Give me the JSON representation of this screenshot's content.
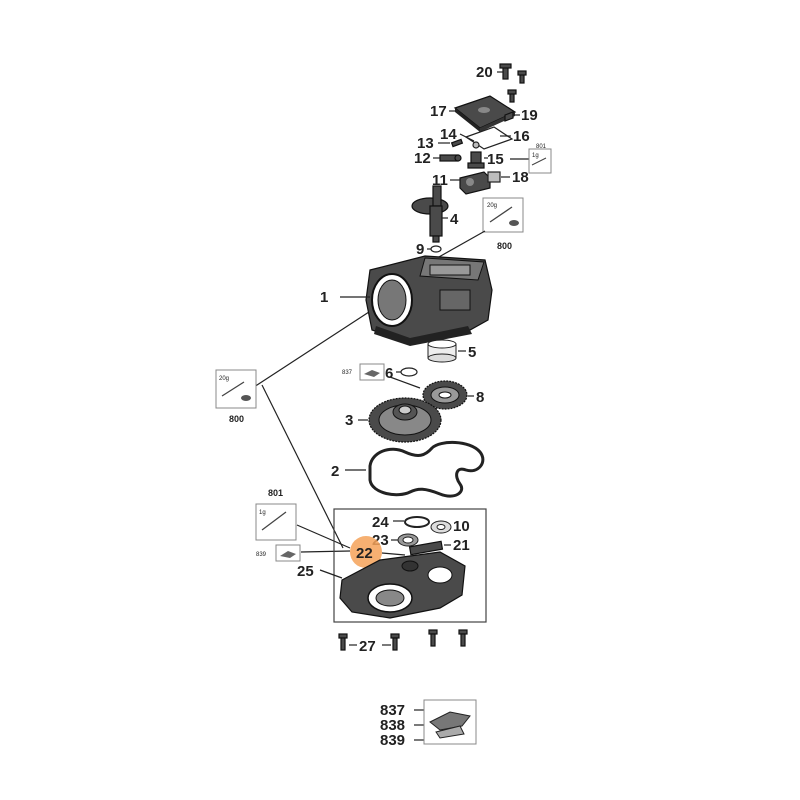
{
  "diagram": {
    "highlight_color": "#f4a259",
    "selected_callout": "22",
    "callouts": {
      "c20": "20",
      "c17": "17",
      "c19": "19",
      "c14": "14",
      "c16": "16",
      "c13": "13",
      "c12": "12",
      "c15": "15",
      "c11": "11",
      "c18": "18",
      "c4": "4",
      "c9": "9",
      "c1": "1",
      "c5": "5",
      "c6": "6",
      "c8": "8",
      "c3": "3",
      "c2": "2",
      "c24": "24",
      "c10": "10",
      "c23": "23",
      "c22": "22",
      "c21": "21",
      "c25": "25",
      "c27": "27"
    },
    "kits": {
      "k800_top": "800",
      "k800_left": "800",
      "k801_left": "801",
      "k801_top": "801",
      "k837_small": "837",
      "k839_small": "839",
      "k837": "837",
      "k838": "838",
      "k839": "839"
    },
    "grease_labels": {
      "g20_top": "20g",
      "g20_left": "20g",
      "g1_left": "1g",
      "g1_top": "1g"
    }
  }
}
